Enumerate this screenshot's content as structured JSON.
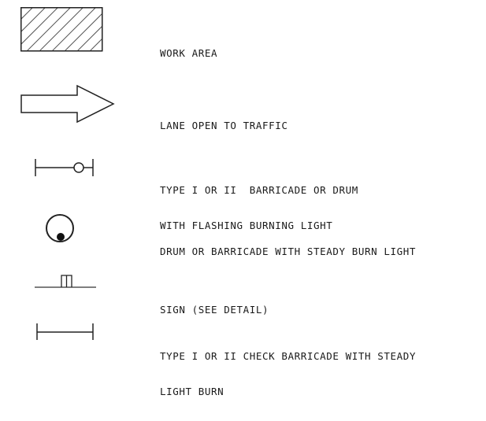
{
  "legend": {
    "items": [
      {
        "icon": "hatched-rectangle-icon",
        "lines": [
          "WORK AREA"
        ]
      },
      {
        "icon": "right-arrow-icon",
        "lines": [
          "LANE OPEN TO TRAFFIC"
        ]
      },
      {
        "icon": "barricade-with-light-icon",
        "lines": [
          "TYPE I OR II  BARRICADE OR DRUM",
          "WITH FLASHING BURNING LIGHT"
        ]
      },
      {
        "icon": "drum-steady-light-icon",
        "lines": [
          "DRUM OR BARRICADE WITH STEADY BURN LIGHT"
        ]
      },
      {
        "icon": "sign-icon",
        "lines": [
          "SIGN (SEE DETAIL)"
        ]
      },
      {
        "icon": "check-barricade-icon",
        "lines": [
          "TYPE I OR II CHECK BARRICADE WITH STEADY",
          "LIGHT BURN"
        ]
      }
    ]
  }
}
